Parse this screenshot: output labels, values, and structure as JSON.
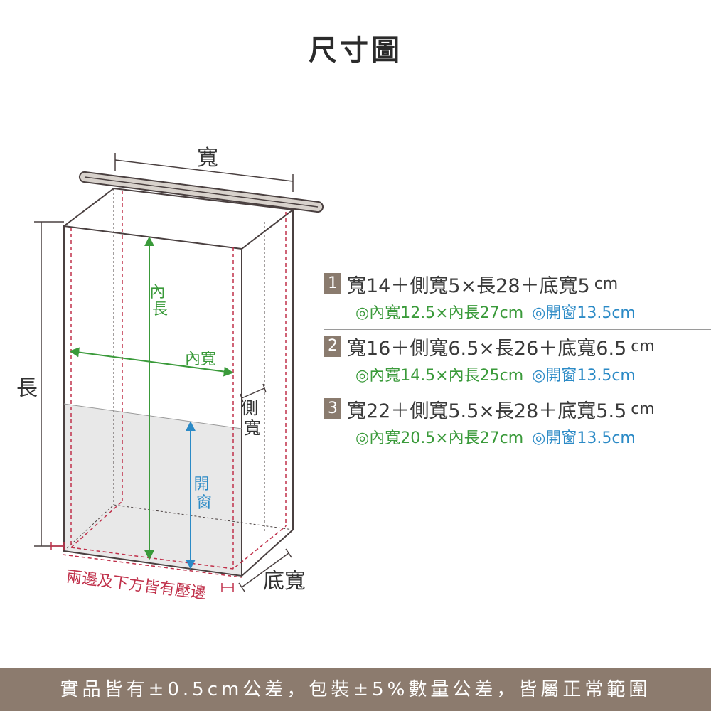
{
  "title": "尺寸圖",
  "labels": {
    "width": "寬",
    "length": "長",
    "inner_length": "內長",
    "inner_width": "內寬",
    "side_width": "側寬",
    "opening": "開窗",
    "bottom_width": "底寬",
    "seal_note": "兩邊及下方皆有壓邊"
  },
  "specs": [
    {
      "badge": "1",
      "main": "寬14＋側寬5×長28＋底寬5",
      "unit": "cm",
      "inner": "◎內寬12.5×內長27cm",
      "window": "◎開窗13.5cm"
    },
    {
      "badge": "2",
      "main": "寬16＋側寬6.5×長26＋底寬6.5",
      "unit": "cm",
      "inner": "◎內寬14.5×內長25cm",
      "window": "◎開窗13.5cm"
    },
    {
      "badge": "3",
      "main": "寬22＋側寬5.5×長28＋底寬5.5",
      "unit": "cm",
      "inner": "◎內寬20.5×內長27cm",
      "window": "◎開窗13.5cm"
    }
  ],
  "footer": "實品皆有±0.5cm公差，包裝±5%數量公差，皆屬正常範圍",
  "colors": {
    "outline": "#4a4040",
    "seal": "#c0304a",
    "inner_arrow": "#3a9a3a",
    "window_arrow": "#2b8ac6",
    "badge": "#8a7b6e",
    "footer_bg": "#8c7b6e"
  }
}
